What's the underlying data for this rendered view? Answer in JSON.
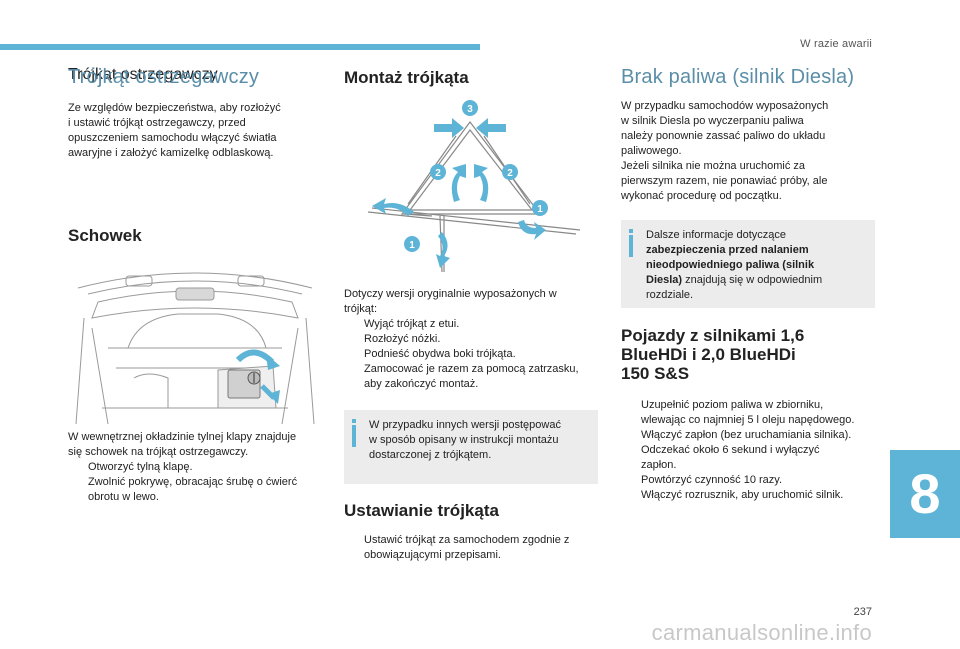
{
  "header": {
    "section": "W razie awarii"
  },
  "col1": {
    "title": "Trójkąt ostrzegawczy",
    "intro": [
      "Ze względów bezpieczeństwa, aby rozłożyć",
      "i ustawić trójkąt ostrzegawczy, przed",
      "opuszczeniem samochodu włączyć światła",
      "awaryjne i założyć kamizelkę odblaskową."
    ],
    "subtitle": "Schowek",
    "text": [
      "W wewnętrznej okładzinie tylnej klapy znajduje",
      "się schowek na trójkąt ostrzegawczy."
    ],
    "list": [
      [
        "Otworzyć tylną klapę."
      ],
      [
        "Zwolnić pokrywę, obracając śrubę o ćwierć",
        "obrotu w lewo."
      ]
    ]
  },
  "col2": {
    "title": "Montaż trójkąta",
    "diagram_labels": [
      "3",
      "2",
      "2",
      "1",
      "1"
    ],
    "text": [
      "Dotyczy wersji oryginalnie wyposażonych w",
      "trójkąt:"
    ],
    "list": [
      [
        "Wyjąć trójkąt z etui."
      ],
      [
        "Rozłożyć nóżki."
      ],
      [
        "Podnieść obydwa boki trójkąta."
      ],
      [
        "Zamocować je razem za pomocą zatrzasku,",
        "aby zakończyć montaż."
      ]
    ],
    "info": [
      "W przypadku innych wersji postępować",
      "w sposób opisany w instrukcji montażu",
      "dostarczonej z trójkątem."
    ],
    "subtitle": "Ustawianie trójkąta",
    "list2": [
      [
        "Ustawić trójkąt za samochodem zgodnie z",
        "obowiązującymi przepisami."
      ]
    ]
  },
  "col3": {
    "title": "Brak paliwa (silnik Diesla)",
    "text": [
      "W przypadku samochodów wyposażonych",
      "w silnik Diesla po wyczerpaniu paliwa",
      "należy ponownie zassać paliwo do układu",
      "paliwowego.",
      "Jeżeli silnika nie można uruchomić za",
      "pierwszym razem, nie ponawiać próby, ale",
      "wykonać procedurę od początku."
    ],
    "info": {
      "l1": "Dalsze informacje dotyczące",
      "l2": "zabezpieczenia przed nalaniem",
      "l3": "nieodpowiedniego paliwa (silnik",
      "l4b": "Diesla)",
      "l4": " znajdują się w odpowiednim",
      "l5": "rozdziale."
    },
    "subtitle": [
      "Pojazdy z silnikami 1,6",
      "BlueHDi i 2,0 BlueHDi",
      "150 S&S"
    ],
    "list": [
      [
        "Uzupełnić poziom paliwa w zbiorniku,",
        "wlewając co najmniej 5 l oleju napędowego."
      ],
      [
        "Włączyć zapłon (bez uruchamiania silnika)."
      ],
      [
        "Odczekać około 6 sekund i wyłączyć",
        "zapłon."
      ],
      [
        "Powtórzyć czynność 10 razy."
      ],
      [
        "Włączyć rozrusznik, aby uruchomić silnik."
      ]
    ]
  },
  "bullet": "",
  "chapter": "8",
  "page": "237",
  "watermark": "carmanualsonline.info",
  "colors": {
    "accent": "#5db4d6",
    "title": "#5a8ea8",
    "infobox": "#ececec"
  }
}
